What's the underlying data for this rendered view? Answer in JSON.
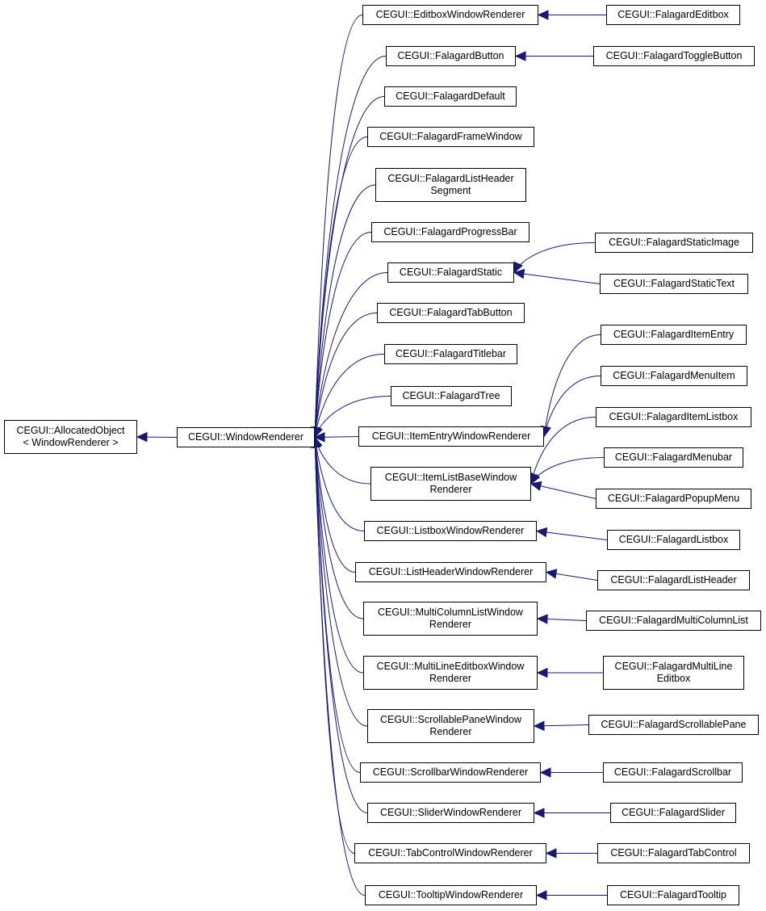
{
  "colors": {
    "edge": "#191970",
    "border": "#000000",
    "background": "#ffffff",
    "text": "#000000"
  },
  "nodes": [
    {
      "id": "allocated",
      "lines": [
        "CEGUI::AllocatedObject",
        "< WindowRenderer >"
      ]
    },
    {
      "id": "window_renderer",
      "lines": [
        "CEGUI::WindowRenderer"
      ]
    },
    {
      "id": "editbox_wr",
      "lines": [
        "CEGUI::EditboxWindowRenderer"
      ]
    },
    {
      "id": "falagard_button",
      "lines": [
        "CEGUI::FalagardButton"
      ]
    },
    {
      "id": "falagard_default",
      "lines": [
        "CEGUI::FalagardDefault"
      ]
    },
    {
      "id": "falagard_frame_window",
      "lines": [
        "CEGUI::FalagardFrameWindow"
      ]
    },
    {
      "id": "falagard_list_header_segment",
      "lines": [
        "CEGUI::FalagardListHeader",
        "Segment"
      ]
    },
    {
      "id": "falagard_progress_bar",
      "lines": [
        "CEGUI::FalagardProgressBar"
      ]
    },
    {
      "id": "falagard_static",
      "lines": [
        "CEGUI::FalagardStatic"
      ]
    },
    {
      "id": "falagard_tab_button",
      "lines": [
        "CEGUI::FalagardTabButton"
      ]
    },
    {
      "id": "falagard_titlebar",
      "lines": [
        "CEGUI::FalagardTitlebar"
      ]
    },
    {
      "id": "falagard_tree",
      "lines": [
        "CEGUI::FalagardTree"
      ]
    },
    {
      "id": "item_entry_wr",
      "lines": [
        "CEGUI::ItemEntryWindowRenderer"
      ]
    },
    {
      "id": "item_list_base_wr",
      "lines": [
        "CEGUI::ItemListBaseWindow",
        "Renderer"
      ]
    },
    {
      "id": "listbox_wr",
      "lines": [
        "CEGUI::ListboxWindowRenderer"
      ]
    },
    {
      "id": "list_header_wr",
      "lines": [
        "CEGUI::ListHeaderWindowRenderer"
      ]
    },
    {
      "id": "multi_column_list_wr",
      "lines": [
        "CEGUI::MultiColumnListWindow",
        "Renderer"
      ]
    },
    {
      "id": "multi_line_editbox_wr",
      "lines": [
        "CEGUI::MultiLineEditboxWindow",
        "Renderer"
      ]
    },
    {
      "id": "scrollable_pane_wr",
      "lines": [
        "CEGUI::ScrollablePaneWindow",
        "Renderer"
      ]
    },
    {
      "id": "scrollbar_wr",
      "lines": [
        "CEGUI::ScrollbarWindowRenderer"
      ]
    },
    {
      "id": "slider_wr",
      "lines": [
        "CEGUI::SliderWindowRenderer"
      ]
    },
    {
      "id": "tab_control_wr",
      "lines": [
        "CEGUI::TabControlWindowRenderer"
      ]
    },
    {
      "id": "tooltip_wr",
      "lines": [
        "CEGUI::TooltipWindowRenderer"
      ]
    },
    {
      "id": "falagard_editbox",
      "lines": [
        "CEGUI::FalagardEditbox"
      ]
    },
    {
      "id": "falagard_toggle_button",
      "lines": [
        "CEGUI::FalagardToggleButton"
      ]
    },
    {
      "id": "falagard_static_image",
      "lines": [
        "CEGUI::FalagardStaticImage"
      ]
    },
    {
      "id": "falagard_static_text",
      "lines": [
        "CEGUI::FalagardStaticText"
      ]
    },
    {
      "id": "falagard_item_entry",
      "lines": [
        "CEGUI::FalagardItemEntry"
      ]
    },
    {
      "id": "falagard_menu_item",
      "lines": [
        "CEGUI::FalagardMenuItem"
      ]
    },
    {
      "id": "falagard_item_listbox",
      "lines": [
        "CEGUI::FalagardItemListbox"
      ]
    },
    {
      "id": "falagard_menubar",
      "lines": [
        "CEGUI::FalagardMenubar"
      ]
    },
    {
      "id": "falagard_popup_menu",
      "lines": [
        "CEGUI::FalagardPopupMenu"
      ]
    },
    {
      "id": "falagard_listbox",
      "lines": [
        "CEGUI::FalagardListbox"
      ]
    },
    {
      "id": "falagard_list_header",
      "lines": [
        "CEGUI::FalagardListHeader"
      ]
    },
    {
      "id": "falagard_multi_column_list",
      "lines": [
        "CEGUI::FalagardMultiColumnList"
      ]
    },
    {
      "id": "falagard_multi_line_editbox",
      "lines": [
        "CEGUI::FalagardMultiLine",
        "Editbox"
      ]
    },
    {
      "id": "falagard_scrollable_pane",
      "lines": [
        "CEGUI::FalagardScrollablePane"
      ]
    },
    {
      "id": "falagard_scrollbar",
      "lines": [
        "CEGUI::FalagardScrollbar"
      ]
    },
    {
      "id": "falagard_slider",
      "lines": [
        "CEGUI::FalagardSlider"
      ]
    },
    {
      "id": "falagard_tab_control",
      "lines": [
        "CEGUI::FalagardTabControl"
      ]
    },
    {
      "id": "falagard_tooltip",
      "lines": [
        "CEGUI::FalagardTooltip"
      ]
    }
  ],
  "edges": [
    {
      "from": "window_renderer",
      "to": "allocated"
    },
    {
      "from": "editbox_wr",
      "to": "window_renderer"
    },
    {
      "from": "falagard_button",
      "to": "window_renderer"
    },
    {
      "from": "falagard_default",
      "to": "window_renderer"
    },
    {
      "from": "falagard_frame_window",
      "to": "window_renderer"
    },
    {
      "from": "falagard_list_header_segment",
      "to": "window_renderer"
    },
    {
      "from": "falagard_progress_bar",
      "to": "window_renderer"
    },
    {
      "from": "falagard_static",
      "to": "window_renderer"
    },
    {
      "from": "falagard_tab_button",
      "to": "window_renderer"
    },
    {
      "from": "falagard_titlebar",
      "to": "window_renderer"
    },
    {
      "from": "falagard_tree",
      "to": "window_renderer"
    },
    {
      "from": "item_entry_wr",
      "to": "window_renderer"
    },
    {
      "from": "item_list_base_wr",
      "to": "window_renderer"
    },
    {
      "from": "listbox_wr",
      "to": "window_renderer"
    },
    {
      "from": "list_header_wr",
      "to": "window_renderer"
    },
    {
      "from": "multi_column_list_wr",
      "to": "window_renderer"
    },
    {
      "from": "multi_line_editbox_wr",
      "to": "window_renderer"
    },
    {
      "from": "scrollable_pane_wr",
      "to": "window_renderer"
    },
    {
      "from": "scrollbar_wr",
      "to": "window_renderer"
    },
    {
      "from": "slider_wr",
      "to": "window_renderer"
    },
    {
      "from": "tab_control_wr",
      "to": "window_renderer"
    },
    {
      "from": "tooltip_wr",
      "to": "window_renderer"
    },
    {
      "from": "falagard_editbox",
      "to": "editbox_wr"
    },
    {
      "from": "falagard_toggle_button",
      "to": "falagard_button"
    },
    {
      "from": "falagard_static_image",
      "to": "falagard_static"
    },
    {
      "from": "falagard_static_text",
      "to": "falagard_static"
    },
    {
      "from": "falagard_item_entry",
      "to": "item_entry_wr"
    },
    {
      "from": "falagard_menu_item",
      "to": "item_entry_wr"
    },
    {
      "from": "falagard_item_listbox",
      "to": "item_list_base_wr"
    },
    {
      "from": "falagard_menubar",
      "to": "item_list_base_wr"
    },
    {
      "from": "falagard_popup_menu",
      "to": "item_list_base_wr"
    },
    {
      "from": "falagard_listbox",
      "to": "listbox_wr"
    },
    {
      "from": "falagard_list_header",
      "to": "list_header_wr"
    },
    {
      "from": "falagard_multi_column_list",
      "to": "multi_column_list_wr"
    },
    {
      "from": "falagard_multi_line_editbox",
      "to": "multi_line_editbox_wr"
    },
    {
      "from": "falagard_scrollable_pane",
      "to": "scrollable_pane_wr"
    },
    {
      "from": "falagard_scrollbar",
      "to": "scrollbar_wr"
    },
    {
      "from": "falagard_slider",
      "to": "slider_wr"
    },
    {
      "from": "falagard_tab_control",
      "to": "tab_control_wr"
    },
    {
      "from": "falagard_tooltip",
      "to": "tooltip_wr"
    }
  ]
}
